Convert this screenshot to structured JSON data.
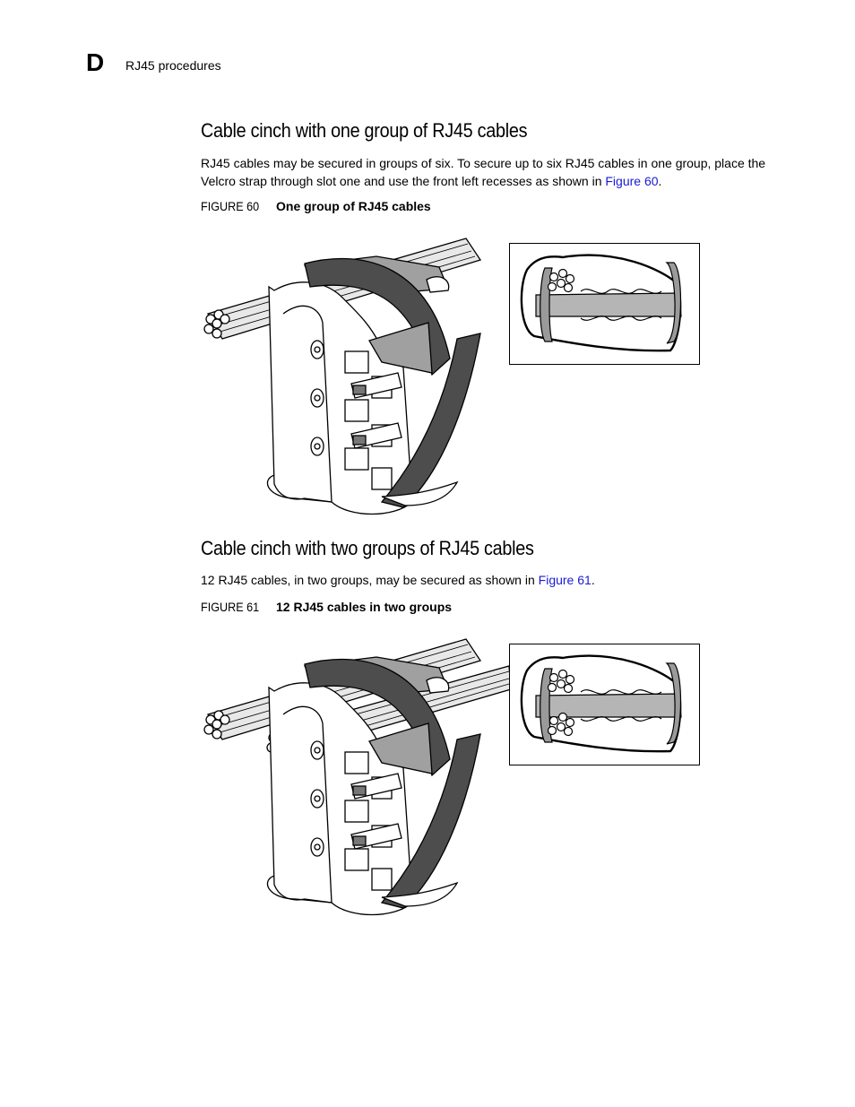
{
  "header": {
    "chapter_letter": "D",
    "running_title": "RJ45 procedures"
  },
  "sections": [
    {
      "title": "Cable cinch with one group of RJ45 cables",
      "body_before": "RJ45 cables may be secured in groups of six. To secure up to six RJ45 cables in one group, place the Velcro strap through slot one and use the front left recesses as shown in ",
      "body_link": "Figure 60",
      "body_after": ".",
      "figure_number": "FIGURE 60",
      "figure_title": "One group of RJ45 cables"
    },
    {
      "title": "Cable cinch with two groups of RJ45 cables",
      "body_before": "12 RJ45 cables, in two groups, may be secured as shown in ",
      "body_link": "Figure 61",
      "body_after": ".",
      "figure_number": "FIGURE 61",
      "figure_title": "12 RJ45 cables in two groups"
    }
  ],
  "colors": {
    "link": "#1a1ad6",
    "strap_dark": "#4d4d4d",
    "strap_mid": "#a0a0a0",
    "cinch_fill": "#ffffff"
  }
}
